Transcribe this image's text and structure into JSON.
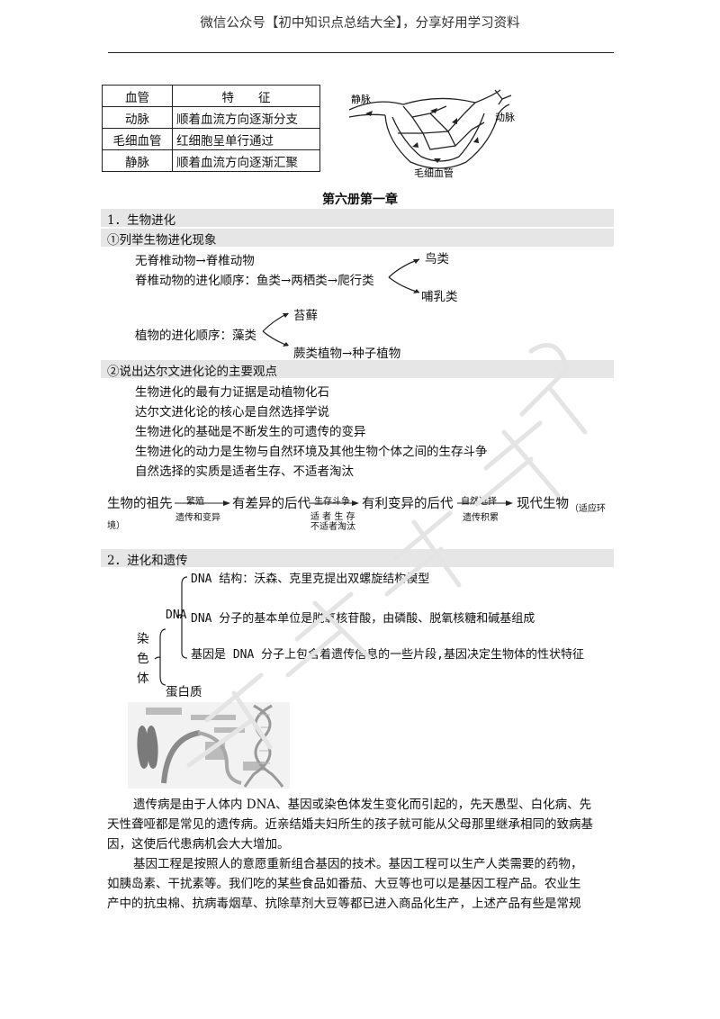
{
  "header": {
    "title": "微信公众号【初中知识点总结大全】，分享好用学习资料"
  },
  "vessel_table": {
    "headers": [
      "血管",
      "特　　征"
    ],
    "rows": [
      [
        "动脉",
        "顺着血流方向逐渐分支"
      ],
      [
        "毛细血管",
        "红细胞呈单行通过"
      ],
      [
        "静脉",
        "顺着血流方向逐渐汇聚"
      ]
    ]
  },
  "vessel_diagram": {
    "label_vein": "静脉",
    "label_artery": "动脉",
    "label_capillary": "毛细血管"
  },
  "chapter_title": "第六册第一章",
  "section1": {
    "title": "1．生物进化",
    "sub1": "①列举生物进化现象",
    "line1": "无脊椎动物→脊椎动物",
    "vertebrate_seq": "脊椎动物的进化顺序：鱼类→两栖类→爬行类",
    "branch_birds": "鸟类",
    "branch_mammals": "哺乳类",
    "plant_seq": "植物的进化顺序：藻类",
    "branch_moss": "苔藓",
    "branch_fern": "蕨类植物→种子植物",
    "sub2": "②说出达尔文进化论的主要观点",
    "points": [
      "生物进化的最有力证据是动植物化石",
      "达尔文进化论的核心是自然选择学说",
      "生物进化的基础是不断发生的可遗传的变异",
      "生物进化的动力是生物与自然环境及其他生物个体之间的生存斗争",
      "自然选择的实质是适者生存、不适者淘汰"
    ]
  },
  "flow": {
    "n1": "生物的祖先",
    "a1_top": "繁殖",
    "a1_bottom": "遗传和变异",
    "n2": "有差异的后代",
    "a2_top": "生存斗争",
    "a2_bottom1": "适 者 生 存",
    "a2_bottom2": "不适者淘汰",
    "n3": "有利变异的后代",
    "a3_top": "自然选择",
    "a3_bottom": "遗传积累",
    "n4": "现代生物",
    "note1": "（适应环",
    "note2": "境）"
  },
  "section2": {
    "title": "2．进化和遗传",
    "chromosome": [
      "染",
      "色",
      "体"
    ],
    "dna": "DNA",
    "dna_structure": "DNA 结构：沃森、克里克提出双螺旋结构模型",
    "dna_unit": "DNA 分子的基本单位是脱氧核苷酸，由磷酸、脱氧核糖和碱基组成",
    "gene": "基因是 DNA 分子上包含着遗传信息的一些片段,基因决定生物体的性状特征",
    "protein": "蛋白质"
  },
  "paragraphs": {
    "p1_l1": "遗传病是由于人体内 DNA、基因或染色体发生变化而引起的，先天愚型、白化病、先",
    "p1_l2": "天性聋哑都是常见的遗传病。近亲结婚夫妇所生的孩子就可能从父母那里继承相同的致病基",
    "p1_l3": "因，这使后代患病机会大大增加。",
    "p2_l1": "基因工程是按照人的意愿重新组合基因的技术。基因工程可以生产人类需要的药物，",
    "p2_l2": "如胰岛素、干扰素等。我们吃的某些食品如番茄、大豆等也可以是基因工程产品。农业生",
    "p2_l3": "产中的抗虫棉、抗病毒烟草、抗除草剂大豆等都已进入商品化生产，上述产品有些是常规"
  }
}
